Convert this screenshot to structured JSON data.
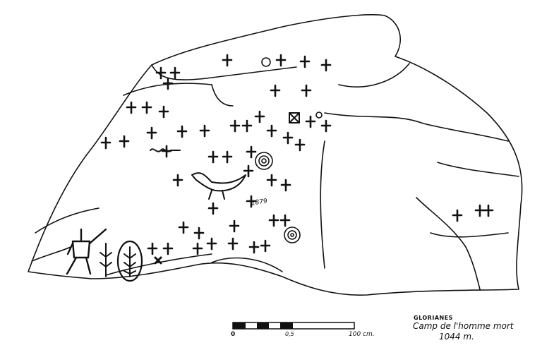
{
  "figure": {
    "site_name": "GLORIANES",
    "location": "Camp de l'homme mort",
    "altitude": "1044 m.",
    "inscribed_date": "1879"
  },
  "scale_bar": {
    "label_start": "0",
    "label_mid": "0,5",
    "label_end": "100 cm."
  },
  "colors": {
    "ink": "#111111",
    "paper": "#ffffff"
  }
}
